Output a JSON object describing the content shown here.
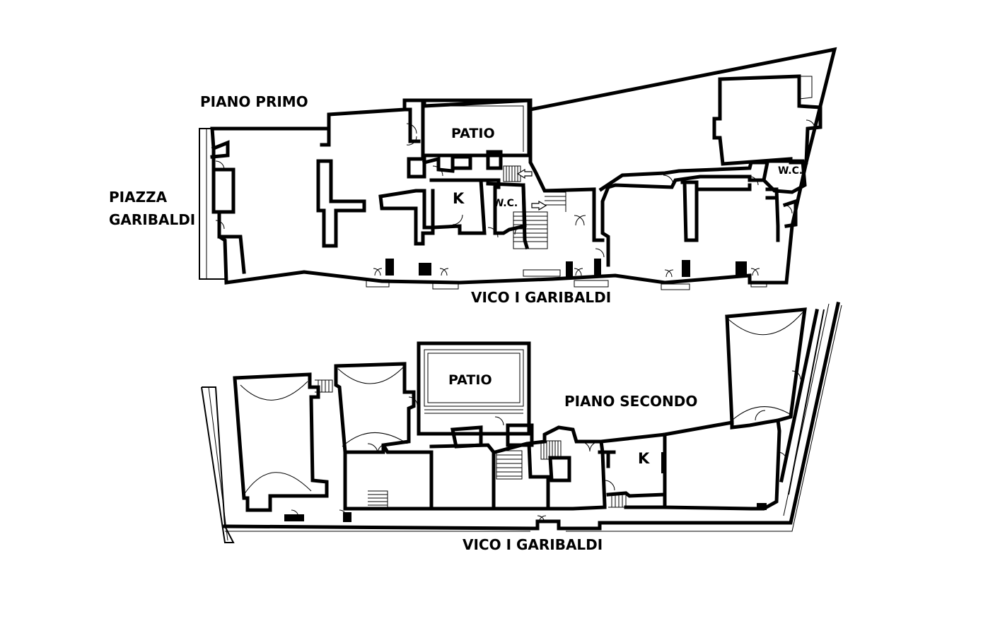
{
  "labels": {
    "piano_primo": "PIANO PRIMO",
    "piazza_line1": "PIAZZA",
    "piazza_line2": "GARIBALDI",
    "patio_first": "PATIO",
    "kitchen_first": "K",
    "wc_center": "W.C.",
    "wc_right": "W.C.",
    "vico_first": "VICO I GARIBALDI",
    "patio_second": "PATIO",
    "piano_secondo": "PIANO SECONDO",
    "kitchen_second": "K",
    "vico_second": "VICO I GARIBALDI"
  }
}
